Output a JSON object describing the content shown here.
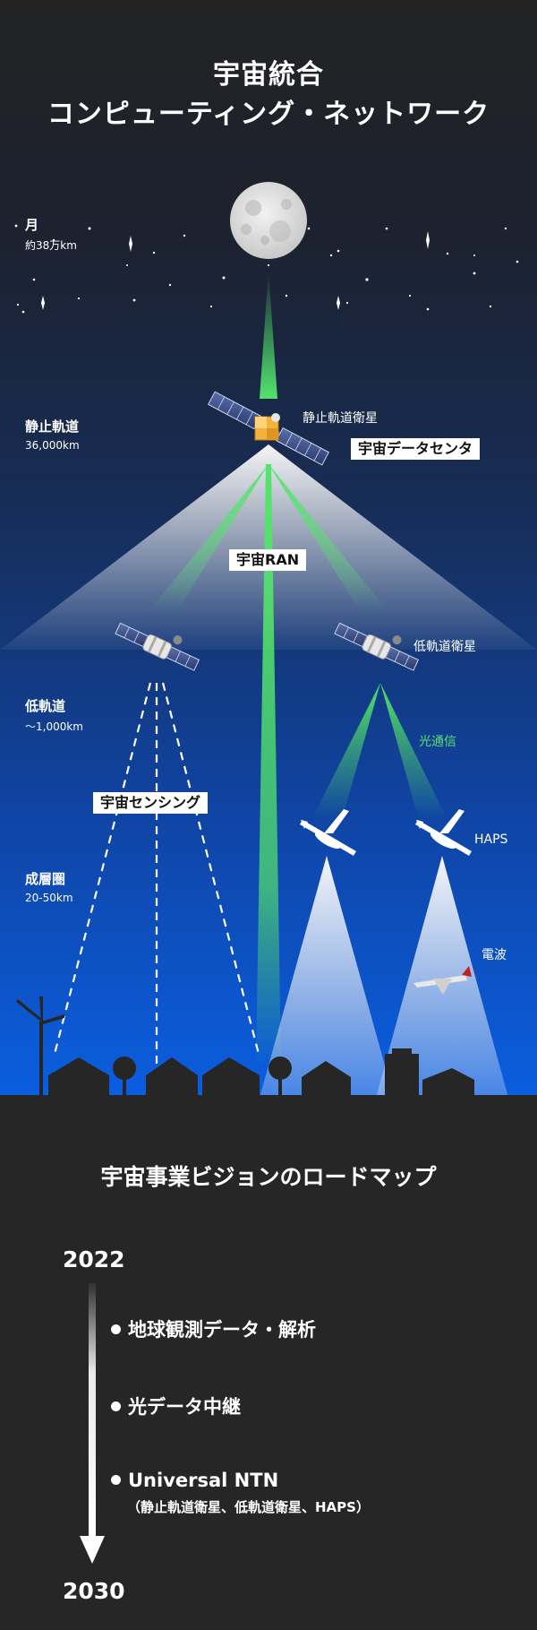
{
  "header": {
    "title_line1": "宇宙統合",
    "title_line2": "コンピューティング・ネットワーク"
  },
  "orbits": {
    "moon": {
      "name": "月",
      "distance": "約38万km"
    },
    "geo": {
      "name": "静止軌道",
      "distance": "36,000km"
    },
    "leo": {
      "name": "低軌道",
      "distance": "〜1,000km"
    },
    "stratosphere": {
      "name": "成層圏",
      "distance": "20-50km"
    }
  },
  "labels": {
    "geo_satellite": "静止軌道衛星",
    "space_datacenter": "宇宙データセンタ",
    "space_ran": "宇宙RAN",
    "leo_satellite": "低軌道衛星",
    "optical_comm": "光通信",
    "space_sensing": "宇宙センシング",
    "haps": "HAPS",
    "radio_wave": "電波"
  },
  "colors": {
    "space_top": "#232323",
    "space_bottom": "#0a5ee0",
    "beam_green": "#53e36b",
    "ground": "#262626"
  },
  "roadmap": {
    "title": "宇宙事業ビジョンのロードマップ",
    "start_year": "2022",
    "end_year": "2030",
    "items": [
      {
        "label": "地球観測データ・解析"
      },
      {
        "label": "光データ中継"
      },
      {
        "label": "Universal NTN",
        "sub": "（静止軌道衛星、低軌道衛星、HAPS）"
      }
    ]
  }
}
